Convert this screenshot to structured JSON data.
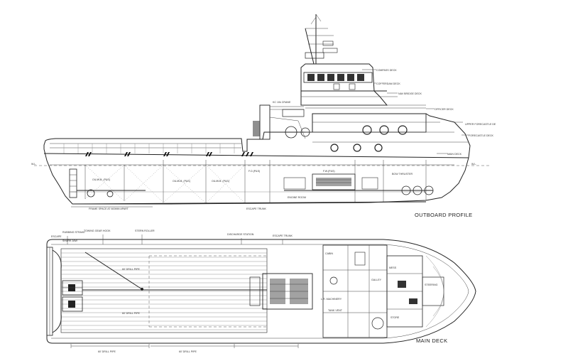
{
  "views": {
    "profile_title": "OUTBOARD PROFILE",
    "plan_title": "MAIN DECK"
  },
  "deck_labels": {
    "compass": "COMPASS DECK",
    "cofferdam": "COFFERDAM DECK",
    "nav_bridge": "NAV BRIDGE DECK",
    "officer": "OFFICER DECK",
    "upper_forecastle": "UPPER FORECASTLE DE",
    "forecastle": "FORECASTLE DECK",
    "main": "MAIN DECK",
    "wl": "W.L."
  },
  "profile_labels": {
    "crane": "KC 10k CRANE",
    "space_under_deck": "FRAME SPACE AT 600MM APART",
    "escape_trunk": "ESCAPE TRUNK",
    "cargo_tank_1": "OIL/W.B. (P&S)",
    "cargo_tank_2": "OIL/W.B. (P&S)",
    "cargo_tank_3": "OIL/W.B. (P&S)",
    "fuel_tank": "F.O.(P&S)",
    "water_tank": "F.W.(P&S)",
    "engine_room": "ENGINE ROOM",
    "bow_thruster": "BOW THRUSTER"
  },
  "plan_labels": {
    "rubbing_strake": "RUBBING STRAKE",
    "escape": "ESCAPE",
    "towing_gear": "TOWING GEAR HOOK",
    "shark_jaw": "SHARK JAW",
    "stern_roller": "STERN ROLLER",
    "discharge": "DISCHARGE STATION",
    "escape_trunk": "ESCAPE TRUNK",
    "drill_pipe_port": "60' DRILL PIPE",
    "drill_pipe_stbd": "60' DRILL PIPE",
    "drill_pipe_dim_1": "60' DRILL PIPE",
    "drill_pipe_dim_2": "60' DRILL PIPE",
    "lift_machinery": "L.R. MACHINERY",
    "tank_vent": "TANK VENT",
    "cabin": "CABIN",
    "galley": "GALLEY",
    "mess": "MESS",
    "store": "STORE",
    "steering": "STEERING"
  }
}
